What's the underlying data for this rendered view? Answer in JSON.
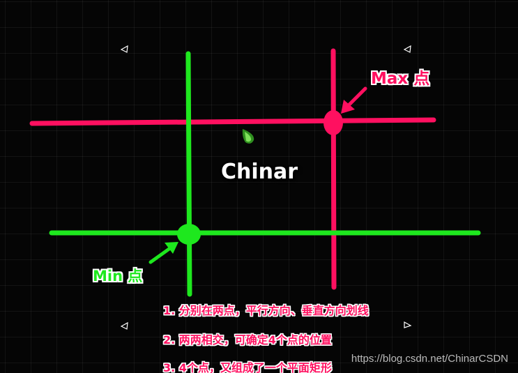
{
  "labels": {
    "max": "Max 点",
    "min": "Min 点",
    "center": "Chinar"
  },
  "notes": [
    "1. 分别在两点，平行方向、垂直方向划线",
    "2. 两两相交，可确定4个点的位置",
    "3. 4个点，又组成了一个平面矩形"
  ],
  "watermark": "https://blog.csdn.net/ChinarCSDN",
  "colors": {
    "max": "#ff1060",
    "min": "#1ee81e",
    "background": "#050505",
    "note_text": "#ff1060",
    "center_text": "#ffffff"
  },
  "icons": [
    "corner-triangle-icon",
    "green-drop-icon",
    "pointer-arrow-icon"
  ]
}
